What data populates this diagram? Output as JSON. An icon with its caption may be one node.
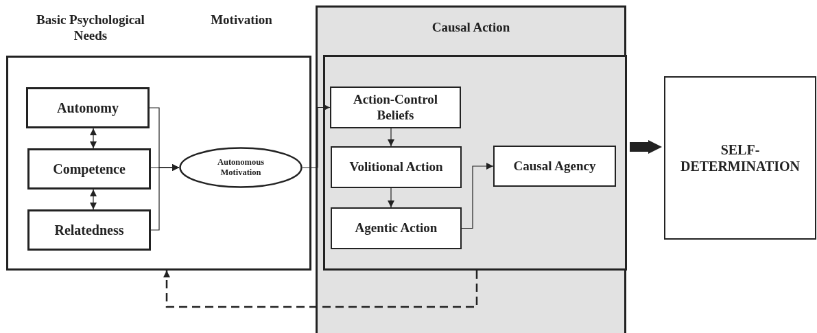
{
  "diagram": {
    "nodes": [
      {
        "text": [
          "Basic Psychological Needs",
          "Motivation"
        ]
      },
      {
        "text": [
          "Autonomy"
        ],
        "in": 0
      },
      {
        "text": [
          "Competence"
        ],
        "in": 0
      },
      {
        "text": [
          "Relatedness"
        ],
        "in": 0
      },
      {
        "text": [
          "Autonomous Motivation"
        ],
        "in": 0
      },
      {
        "text": [
          "Causal Action"
        ]
      },
      {
        "text": [],
        "shape": "box",
        "in": 5
      },
      {
        "text": [
          "Action-Control Beliefs"
        ],
        "in": 6
      },
      {
        "text": [
          "Volitional Action"
        ],
        "in": 6
      },
      {
        "text": [
          "Agentic Action"
        ],
        "in": 6
      },
      {
        "text": [
          "Causal Agency"
        ],
        "in": 6
      },
      {
        "text": [
          "SELF-DETERMINATION"
        ]
      }
    ],
    "edges": [
      {
        "from": 1,
        "to": 2,
        "arrow": "both"
      },
      {
        "from": 2,
        "to": 3,
        "arrow": "both"
      },
      {
        "from": 1,
        "to": 4,
        "arrow": "to"
      },
      {
        "from": 2,
        "to": 4,
        "arrow": "to"
      },
      {
        "from": 3,
        "to": 4,
        "arrow": "to"
      },
      {
        "from": 4,
        "to": 7,
        "arrow": "to"
      },
      {
        "from": 7,
        "to": 8,
        "arrow": "to"
      },
      {
        "from": 8,
        "to": 9,
        "arrow": "to"
      },
      {
        "from": 9,
        "to": 10,
        "arrow": "to"
      },
      {
        "from": 6,
        "to": 11,
        "arrow": "to",
        "style": "thick"
      },
      {
        "from": 6,
        "to": 0,
        "arrow": "to",
        "style": "dashed"
      }
    ]
  }
}
